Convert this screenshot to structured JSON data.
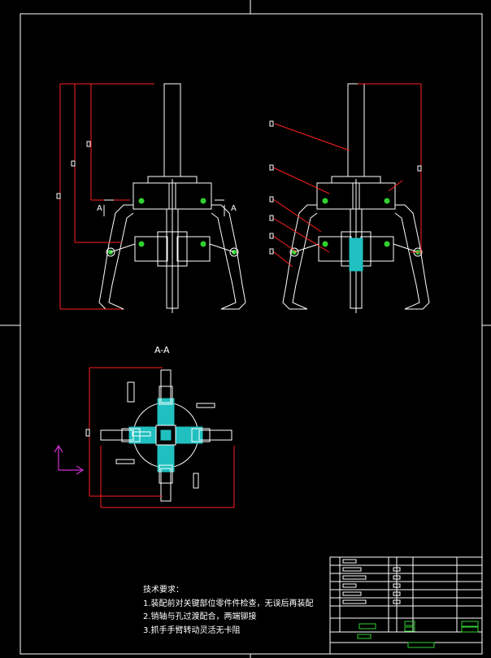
{
  "section": {
    "title": "A-A",
    "marker_left": "A",
    "marker_right": "A"
  },
  "tech_notes": {
    "title": "技术要求：",
    "items": [
      "1.装配前对关键部位零件件检查，无误后再装配",
      "2.销轴与孔过渡配合，两端铆接",
      "3.抓手手臂转动灵活无卡阻"
    ]
  },
  "colors": {
    "background": "#000000",
    "line": "#ffffff",
    "dimension": "#ff2020",
    "hatch": "#20c0c0",
    "pin": "#30d030",
    "title_block": "#30d030",
    "axis": "#d030d0"
  }
}
